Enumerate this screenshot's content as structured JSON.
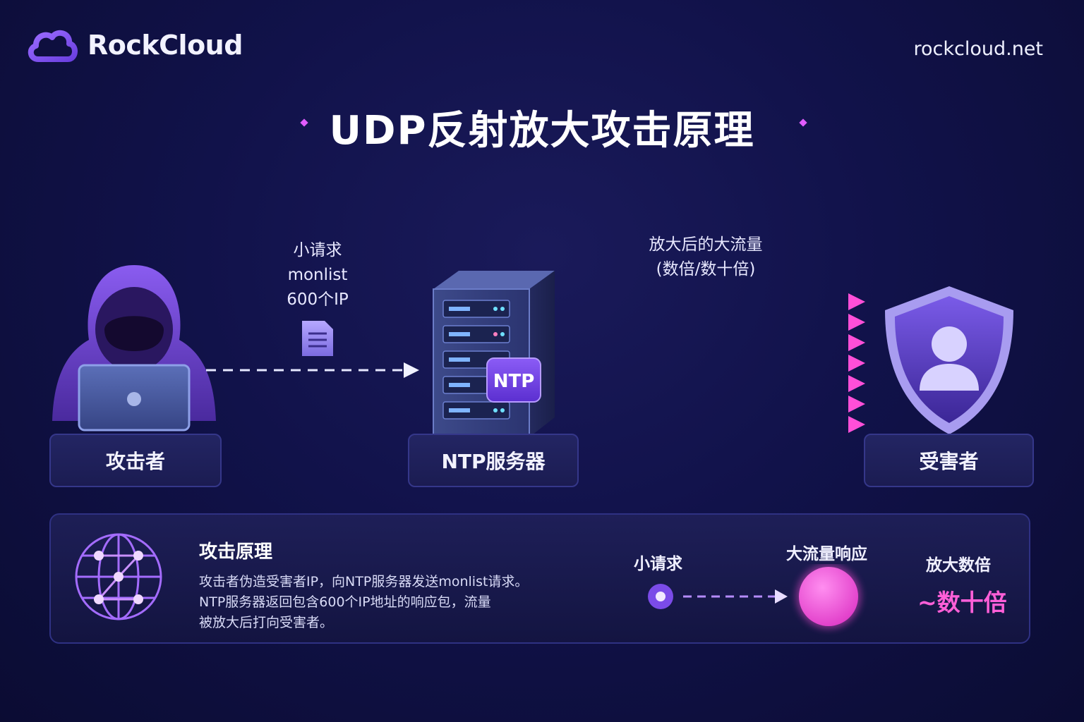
{
  "brand": {
    "name": "RockCloud",
    "site": "rockcloud.net"
  },
  "title": "UDP反射放大攻击原理",
  "nodes": {
    "attacker": "攻击者",
    "server": "NTP服务器",
    "server_badge": "NTP",
    "victim": "受害者"
  },
  "request": {
    "line1": "小请求",
    "line2": "monlist",
    "line3": "600个IP"
  },
  "amplified": {
    "line1": "放大后的大流量",
    "line2": "(数倍/数十倍)"
  },
  "principle": {
    "title": "攻击原理",
    "line1": "攻击者伪造受害者IP，向NTP服务器发送monlist请求。",
    "line2": "NTP服务器返回包含600个IP地址的响应包，流量",
    "line3": "被放大后打向受害者。"
  },
  "comparison": {
    "small_label": "小请求",
    "large_label": "大流量响应",
    "factor_label": "放大数倍",
    "factor_value": "~数十倍"
  },
  "colors": {
    "background": "#11124a",
    "accent_purple": "#7b5cf0",
    "accent_pink": "#ff4fd8",
    "box_border": "#35378a"
  },
  "icons": {
    "logo": "cloud-icon",
    "attacker": "hooded-hacker-icon",
    "request": "document-icon",
    "server": "server-rack-icon",
    "victim": "shield-user-icon",
    "principle": "globe-network-icon"
  }
}
